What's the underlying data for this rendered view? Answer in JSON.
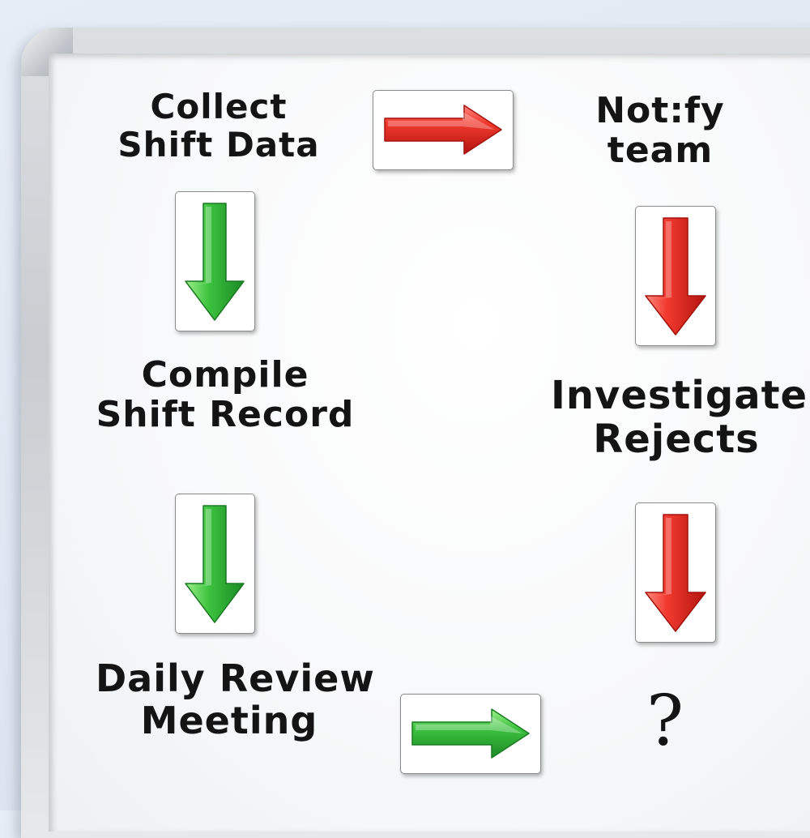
{
  "steps": {
    "collect": [
      "Collect",
      "Shift Data"
    ],
    "notify": [
      "Not:fy",
      "team"
    ],
    "compile": [
      "Compile",
      "Shift Record"
    ],
    "investigate": [
      "Investigate",
      "Rejects"
    ],
    "review": [
      "Daily Review",
      "Meeting"
    ],
    "unknown": "?"
  },
  "colors": {
    "red_arrow": "#e0231f",
    "green_arrow": "#2fb43a",
    "marker_ink": "#141414"
  },
  "icons": {
    "right_red": "arrow-right-icon",
    "down_green": "arrow-down-icon",
    "down_red": "arrow-down-icon",
    "right_green": "arrow-right-icon"
  }
}
